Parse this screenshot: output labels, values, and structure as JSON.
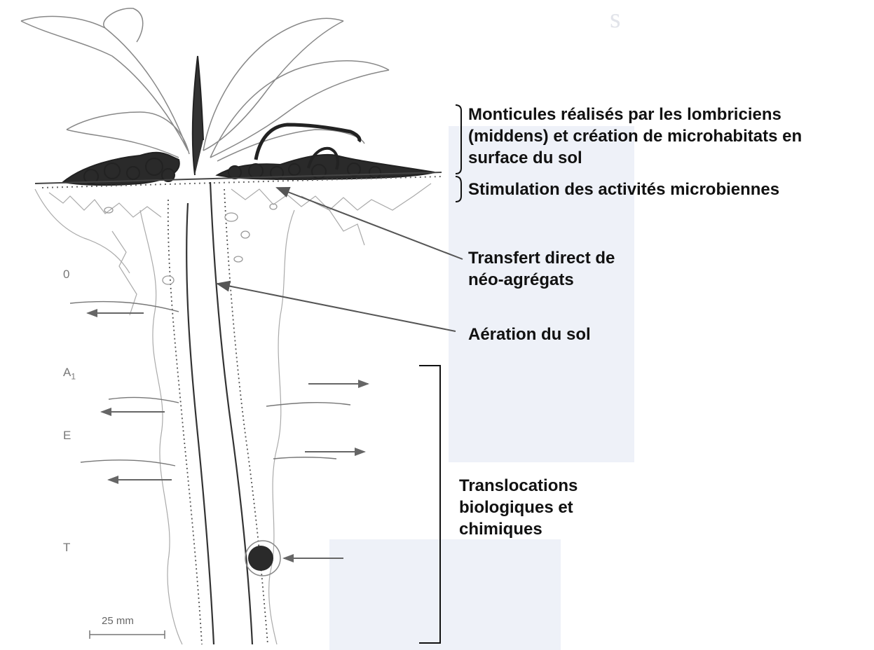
{
  "labels": {
    "middens": "Monticules réalisés par les lombriciens (middens) et création de microhabitats en surface du sol",
    "microbial": "Stimulation des activités microbiennes",
    "transfert": "Transfert direct de néo-agrégats",
    "aeration": "Aération du sol",
    "translocations": "Translocations biologiques et chimiques"
  },
  "horizons": {
    "o": "0",
    "a": "A",
    "a_sub": "1",
    "e": "E",
    "t": "T"
  },
  "scale_bar": {
    "label": "25 mm"
  },
  "colors": {
    "ink": "#1a1a1a",
    "leader": "#555555",
    "arrow": "#666666",
    "background_text": "#e2e4ea"
  }
}
